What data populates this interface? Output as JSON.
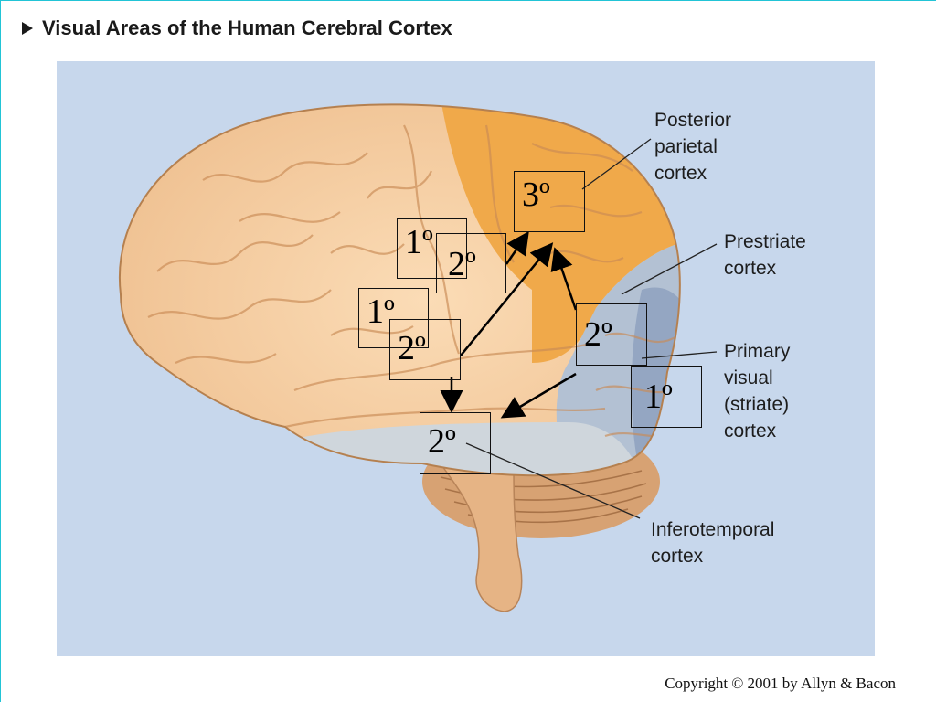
{
  "title": "Visual Areas of the Human Cerebral Cortex",
  "labels": {
    "posterior_parietal": [
      "Posterior",
      "parietal",
      "cortex"
    ],
    "prestriate": [
      "Prestriate",
      "cortex"
    ],
    "primary_visual": [
      "Primary",
      "visual",
      "(striate)",
      "cortex"
    ],
    "inferotemporal": [
      "Inferotemporal",
      "cortex"
    ]
  },
  "area_boxes": [
    {
      "id": "tertiary-parietal",
      "text": "3º"
    },
    {
      "id": "primary-upper",
      "text": "1º"
    },
    {
      "id": "secondary-upper",
      "text": "2º"
    },
    {
      "id": "primary-middle",
      "text": "1º"
    },
    {
      "id": "secondary-middle",
      "text": "2º"
    },
    {
      "id": "secondary-prestriate",
      "text": "2º"
    },
    {
      "id": "primary-striate",
      "text": "1º"
    },
    {
      "id": "secondary-inferotemporal",
      "text": "2º"
    }
  ],
  "colors": {
    "background_panel": "#c7d7ec",
    "brain_tan": "#f2c79a",
    "parietal_orange": "#f0a94a",
    "prestriate_blue": "#b3c1d3",
    "striate_blue": "#94a6c2",
    "temporal_gray": "#cfd6dc"
  },
  "copyright": "Copyright © 2001 by Allyn & Bacon"
}
